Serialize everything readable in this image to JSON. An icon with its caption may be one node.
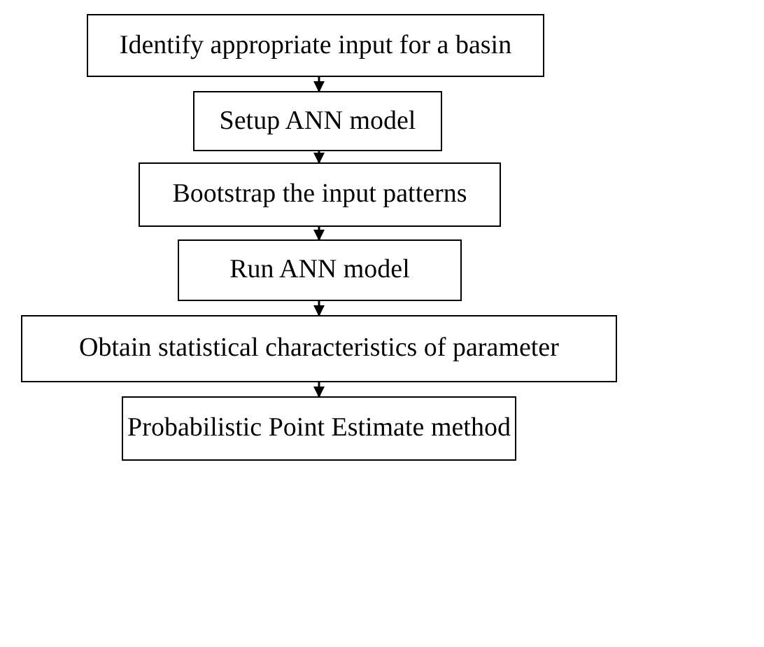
{
  "diagram": {
    "nodes": [
      {
        "text": [
          "Identify appropriate input for a basin"
        ]
      },
      {
        "text": [
          "Setup ANN model"
        ]
      },
      {
        "text": [
          "Bootstrap the input patterns"
        ]
      },
      {
        "text": [
          "Run ANN model"
        ]
      },
      {
        "text": [
          "Obtain statistical characteristics of parameter"
        ]
      },
      {
        "text": [
          "Probabilistic Point Estimate method"
        ]
      }
    ],
    "edges": [
      {
        "from": 0,
        "to": 1,
        "arrow": "to"
      },
      {
        "from": 1,
        "to": 2,
        "arrow": "to"
      },
      {
        "from": 2,
        "to": 3,
        "arrow": "to"
      },
      {
        "from": 3,
        "to": 4,
        "arrow": "to"
      },
      {
        "from": 4,
        "to": 5,
        "arrow": "to"
      }
    ]
  }
}
